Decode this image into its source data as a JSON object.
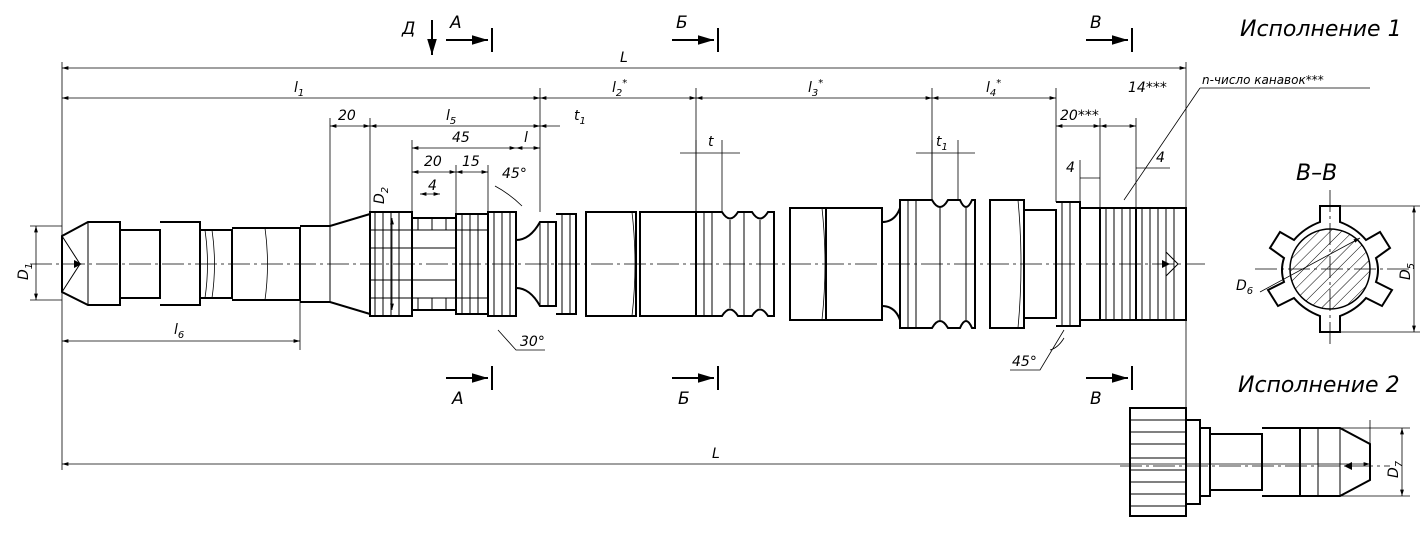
{
  "labels": {
    "variant1": "Исполнение 1",
    "variant2": "Исполнение 2",
    "section_title": "В–В",
    "grooves_note": "n-число канавок***",
    "view_d": "Д",
    "sec_a_top": "А",
    "sec_a_bottom": "А",
    "sec_b_top": "Б",
    "sec_b_bottom": "Б",
    "sec_v_top": "В",
    "sec_v_bottom": "В"
  },
  "dimensions": {
    "L_top": "L",
    "L_bottom": "L",
    "l1": "l",
    "l1_sub": "1",
    "l2": "l",
    "l2_sub": "2",
    "l3": "l",
    "l3_sub": "3",
    "l4": "l",
    "l4_sub": "4",
    "star": "*",
    "l5": "l",
    "l5_sub": "5",
    "l6": "l",
    "l6_sub": "6",
    "l_small": "l",
    "t": "t",
    "t1": "t",
    "t1_sub": "1",
    "d20": "20",
    "d45": "45",
    "d20b": "20",
    "d15": "15",
    "d4a": "4",
    "d4b": "4",
    "d4c": "4",
    "d20stars": "20***",
    "d14stars": "14***",
    "angle45a": "45°",
    "angle45b": "45°",
    "angle30": "30°",
    "D": "D",
    "D1_sub": "1",
    "D2_sub": "2",
    "D5_sub": "5",
    "D6_sub": "6",
    "D7_sub": "7"
  }
}
